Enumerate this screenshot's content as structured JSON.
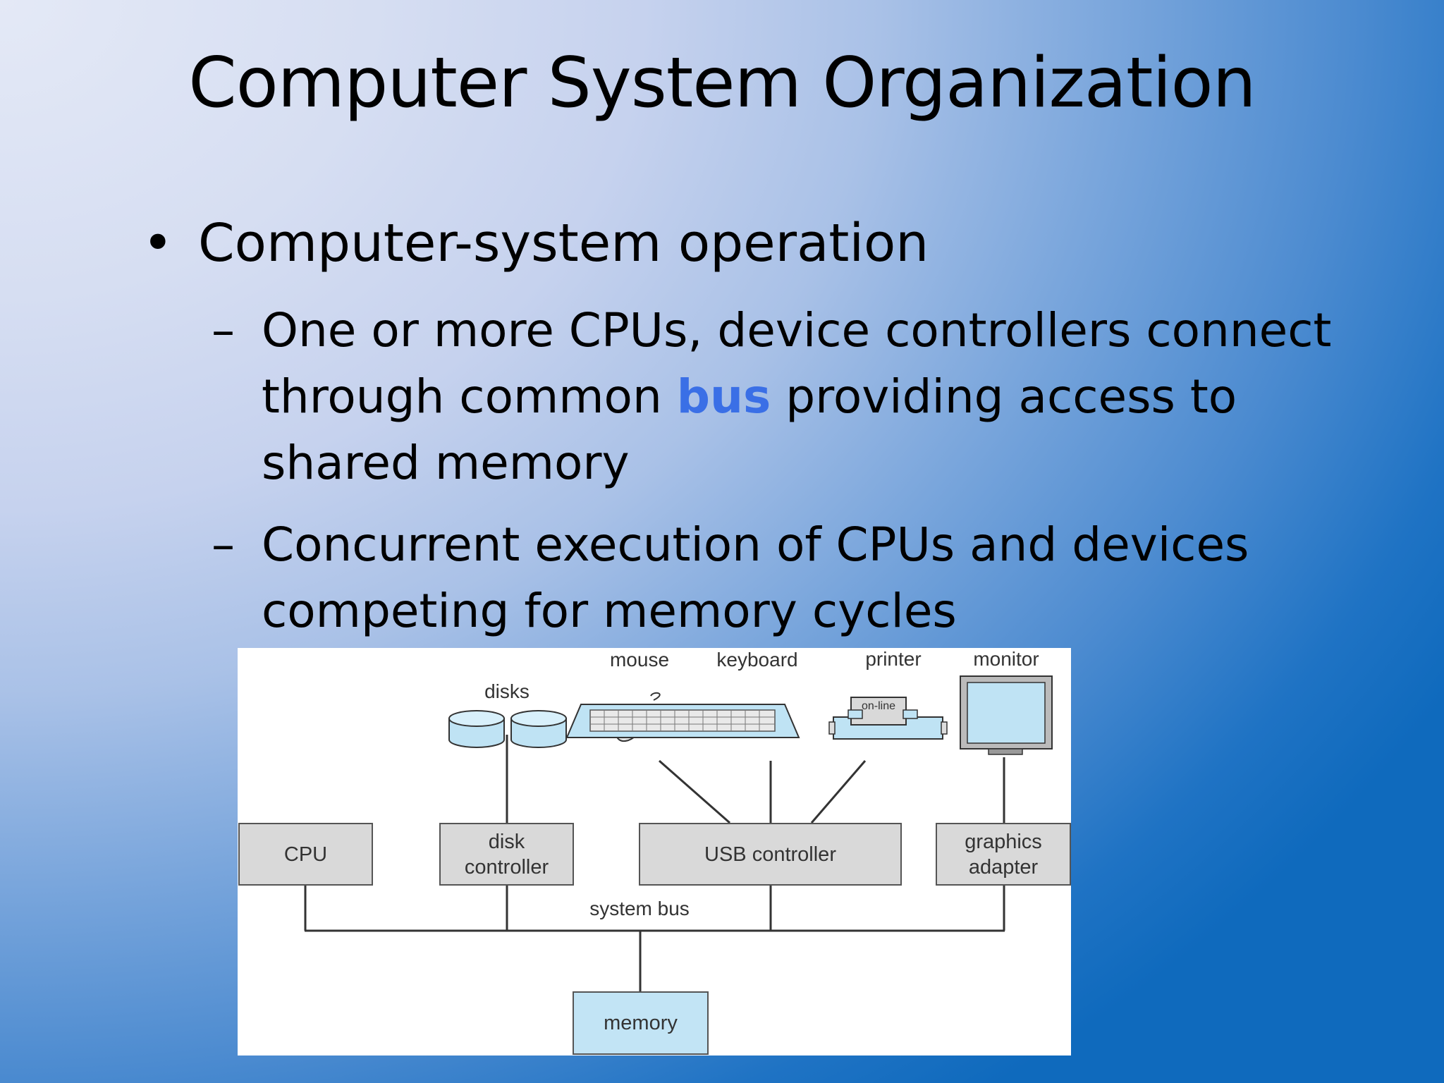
{
  "slide": {
    "title": "Computer System Organization",
    "bullet1": "Computer-system operation",
    "bullet_glyph": "•",
    "dash_glyph": "–",
    "sub1_line1": "One or more CPUs, device controllers connect",
    "sub1_line2_pre": "through common ",
    "sub1_line2_hl": "bus",
    "sub1_line2_post": " providing access to",
    "sub1_line3": "shared memory",
    "sub2_line1": "Concurrent execution of CPUs and devices",
    "sub2_line2": "competing for memory cycles",
    "highlight_color": "#3a6fe6"
  },
  "diagram": {
    "devices": {
      "disks": "disks",
      "mouse": "mouse",
      "keyboard": "keyboard",
      "printer": "printer",
      "printer_panel": "on-line",
      "monitor": "monitor"
    },
    "boxes": {
      "cpu": "CPU",
      "disk_controller": "disk\ncontroller",
      "usb_controller": "USB controller",
      "graphics_adapter": "graphics\nadapter",
      "memory": "memory"
    },
    "bus_label": "system bus",
    "colors": {
      "box_fill": "#d9d9d9",
      "memory_fill": "#c2e4f5",
      "device_fill": "#bfe3f4"
    }
  }
}
